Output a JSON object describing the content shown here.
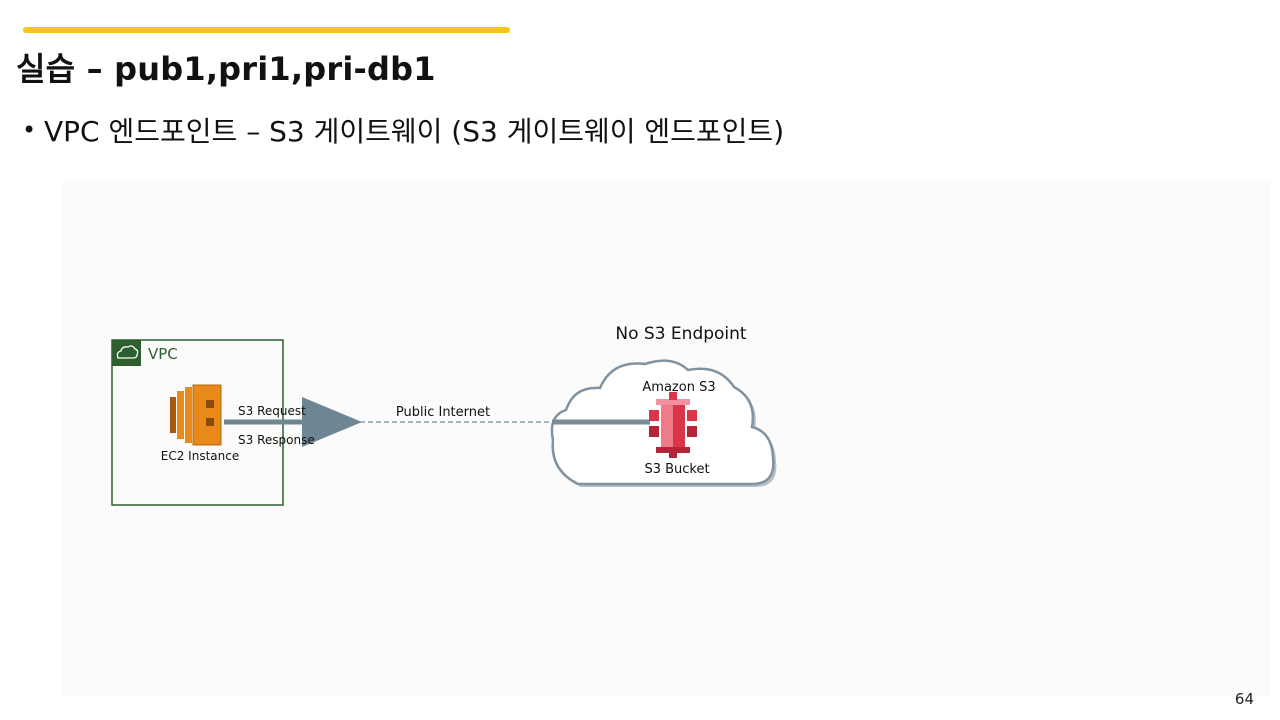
{
  "slide": {
    "title": "실습 – pub1,pri1,pri-db1",
    "bullet": "VPC 엔드포인트 – S3 게이트웨이 (S3 게이트웨이 엔드포인트)",
    "page_number": "64",
    "accent_color": "#f5c518"
  },
  "diagram": {
    "heading": "No S3 Endpoint",
    "vpc_label": "VPC",
    "vpc_icon": "cloud-icon",
    "ec2_label": "EC2 Instance",
    "ec2_icon": "ec2-instance-icon",
    "request_label": "S3 Request",
    "response_label": "S3 Response",
    "internet_label": "Public Internet",
    "cloud_label": "Amazon S3",
    "bucket_label": "S3 Bucket",
    "bucket_icon": "s3-bucket-icon",
    "colors": {
      "vpc_border": "#2e5f2e",
      "ec2_orange": "#e8891a",
      "s3_red": "#d9364a",
      "arrow_gray": "#6e8594",
      "cloud_stroke": "#8193a0"
    }
  }
}
